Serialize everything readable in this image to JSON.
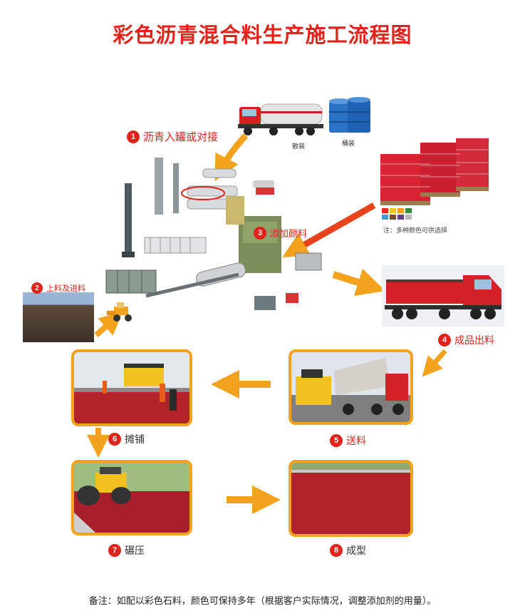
{
  "title": "彩色沥青混合料生产施工流程图",
  "steps": [
    {
      "num": "1",
      "label": "沥青入罐或对接"
    },
    {
      "num": "2",
      "label": "上料及进料"
    },
    {
      "num": "3",
      "label": "添加颜料"
    },
    {
      "num": "4",
      "label": "成品出料"
    },
    {
      "num": "5",
      "label": "送料"
    },
    {
      "num": "6",
      "label": "摊铺"
    },
    {
      "num": "7",
      "label": "碾压"
    },
    {
      "num": "8",
      "label": "成型"
    }
  ],
  "captions": {
    "bulk": "散装",
    "barrel": "桶装"
  },
  "color_note": "注：多种颜色可供选择",
  "swatch_colors": [
    "#e8231c",
    "#f6c21c",
    "#f39a1e",
    "#2c8e3c",
    "#3f9be0",
    "#7a4a2a",
    "#6a3a8c",
    "#b9b9b9"
  ],
  "footnote": "备注：如配以彩色石料，颜色可保持多年（根据客户实际情况，调整添加剂的用量）。",
  "colors": {
    "accent_red": "#e1241b",
    "arrow_orange": "#f2a21d",
    "frame_orange": "#f1a31d",
    "pavement_red": "#b3212b"
  }
}
